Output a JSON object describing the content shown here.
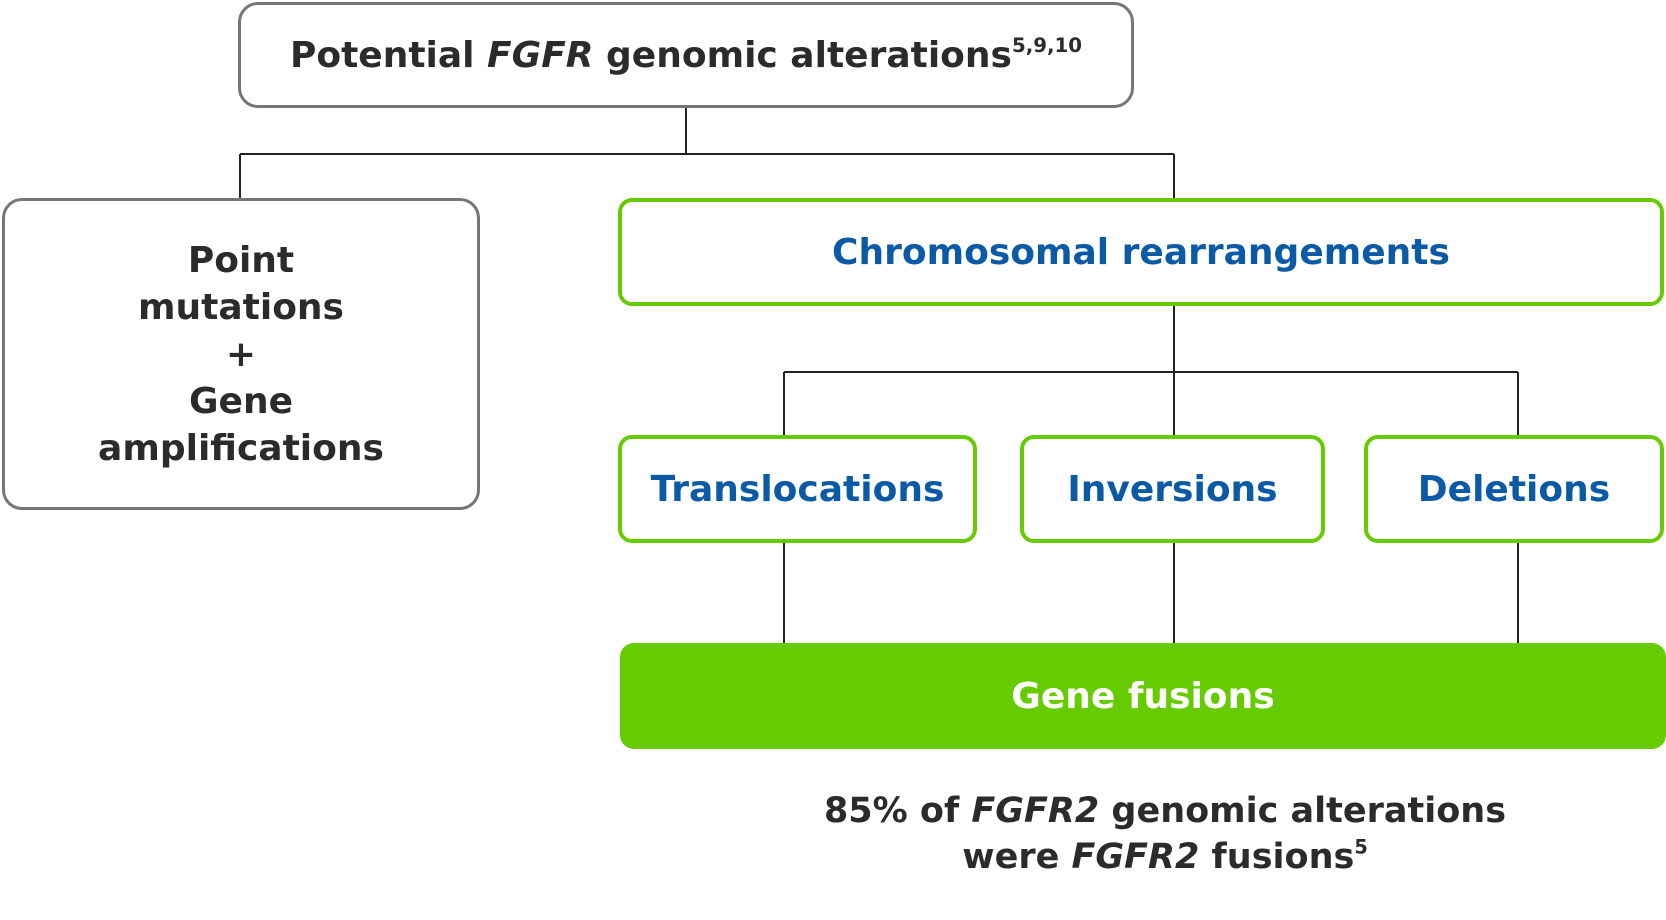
{
  "root": {
    "label_pre": "Potential ",
    "label_em": "FGFR",
    "label_post": " genomic alterations",
    "label_sup": "5,9,10"
  },
  "point_mutations": {
    "lines": [
      "Point",
      "mutations",
      "+",
      "Gene",
      "amplifications"
    ]
  },
  "chromosomal": {
    "label": "Chromosomal rearrangements"
  },
  "translocations": {
    "label": "Translocations"
  },
  "inversions": {
    "label": "Inversions"
  },
  "deletions": {
    "label": "Deletions"
  },
  "gene_fusions": {
    "label": "Gene fusions"
  },
  "footnote": {
    "line1_pre": "85% of ",
    "line1_em": "FGFR2",
    "line1_post": " genomic alterations",
    "line2_pre": "were ",
    "line2_em": "FGFR2",
    "line2_post": " fusions",
    "line2_sup": "5"
  },
  "colors": {
    "green": "#66cc00",
    "blue_text": "#0b5aa6",
    "gray_border": "#767676",
    "dark_text": "#2b2b2b"
  }
}
